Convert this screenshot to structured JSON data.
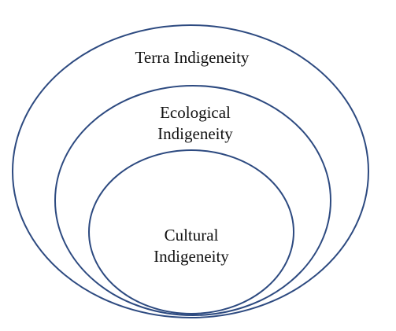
{
  "diagram": {
    "style": {
      "stroke_color": "#2d4a80",
      "text_color": "#111111",
      "background": "#ffffff"
    },
    "rings": [
      {
        "id": "outer",
        "lines": [
          "Terra Indigeneity"
        ]
      },
      {
        "id": "middle",
        "lines": [
          "Ecological",
          "Indigeneity"
        ]
      },
      {
        "id": "inner",
        "lines": [
          "Cultural",
          "Indigeneity"
        ]
      }
    ]
  }
}
